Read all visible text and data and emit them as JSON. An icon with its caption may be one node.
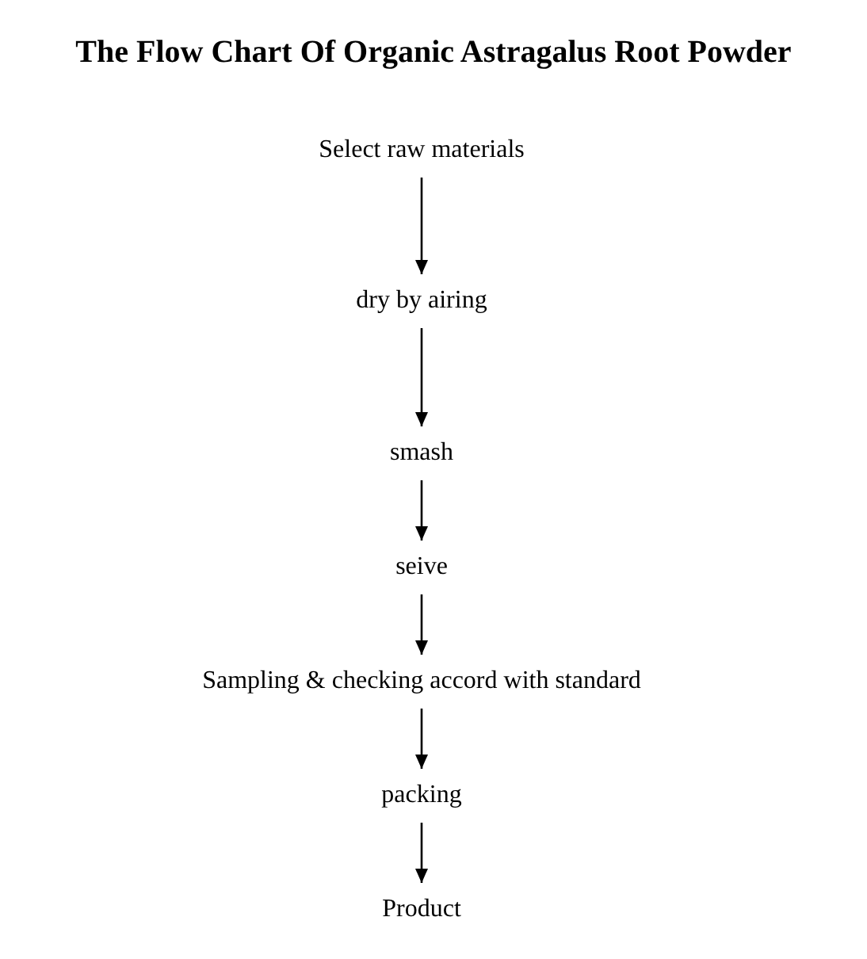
{
  "diagram": {
    "title": "The Flow Chart Of Organic Astragalus Root Powder",
    "nodes": [
      {
        "text": [
          "Select raw materials"
        ]
      },
      {
        "text": [
          "dry by airing"
        ]
      },
      {
        "text": [
          "smash"
        ]
      },
      {
        "text": [
          "seive"
        ]
      },
      {
        "text": [
          "Sampling & checking accord with standard"
        ]
      },
      {
        "text": [
          "packing"
        ]
      },
      {
        "text": [
          "Product"
        ]
      }
    ],
    "edges": [
      {
        "from": 0,
        "to": 1,
        "arrow": "to"
      },
      {
        "from": 1,
        "to": 2,
        "arrow": "to"
      },
      {
        "from": 2,
        "to": 3,
        "arrow": "to"
      },
      {
        "from": 3,
        "to": 4,
        "arrow": "to"
      },
      {
        "from": 4,
        "to": 5,
        "arrow": "to"
      },
      {
        "from": 5,
        "to": 6,
        "arrow": "to"
      }
    ]
  }
}
